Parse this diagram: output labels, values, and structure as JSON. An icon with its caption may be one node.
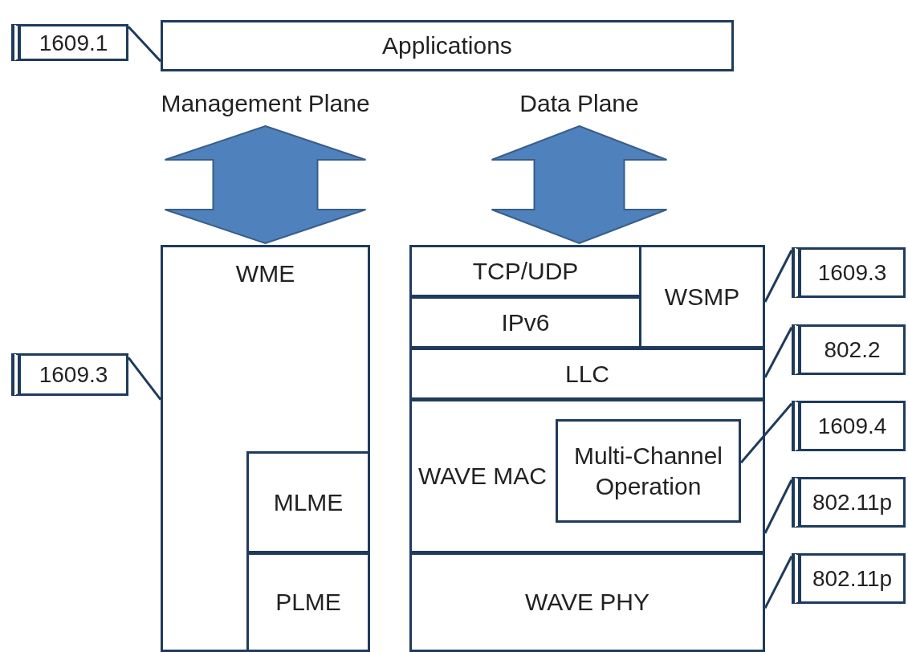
{
  "diagram": {
    "nodes": [
      {
        "text": [
          "1609.1"
        ]
      },
      {
        "text": [
          "Applications"
        ]
      },
      {
        "text": [
          "WME"
        ]
      },
      {
        "text": [
          "MLME"
        ],
        "in": 2
      },
      {
        "text": [
          "PLME"
        ],
        "in": 2
      },
      {
        "text": [],
        "shape": "box"
      },
      {
        "text": [
          "TCP/UDP"
        ],
        "in": 5
      },
      {
        "text": [
          "IPv6"
        ],
        "in": 5
      },
      {
        "text": [
          "WSMP"
        ],
        "in": 5
      },
      {
        "text": [
          "LLC"
        ],
        "in": 5
      },
      {
        "text": [
          "WAVE MAC"
        ],
        "in": 5
      },
      {
        "text": [
          "Multi-Channel Operation"
        ],
        "in": 10
      },
      {
        "text": [
          "WAVE PHY"
        ],
        "in": 5
      },
      {
        "text": [
          "1609.3"
        ]
      },
      {
        "text": [
          "1609.3"
        ]
      },
      {
        "text": [
          "802.2"
        ]
      },
      {
        "text": [
          "1609.4"
        ]
      },
      {
        "text": [
          "802.11p"
        ]
      },
      {
        "text": [
          "802.11p"
        ]
      }
    ],
    "edges": [
      {
        "from": 0,
        "to": 1,
        "arrow": "none"
      },
      {
        "from": 1,
        "to": 2,
        "arrow": "both",
        "label": "Management Plane",
        "style": "thick",
        "color": "#4f81bd"
      },
      {
        "from": 1,
        "to": 5,
        "arrow": "both",
        "label": "Data Plane",
        "style": "thick",
        "color": "#4f81bd"
      },
      {
        "from": 13,
        "to": 2,
        "arrow": "none"
      },
      {
        "from": 14,
        "to": 8,
        "arrow": "none"
      },
      {
        "from": 15,
        "to": 9,
        "arrow": "none"
      },
      {
        "from": 16,
        "to": 11,
        "arrow": "none"
      },
      {
        "from": 17,
        "to": 10,
        "arrow": "none"
      },
      {
        "from": 18,
        "to": 12,
        "arrow": "none"
      }
    ]
  }
}
